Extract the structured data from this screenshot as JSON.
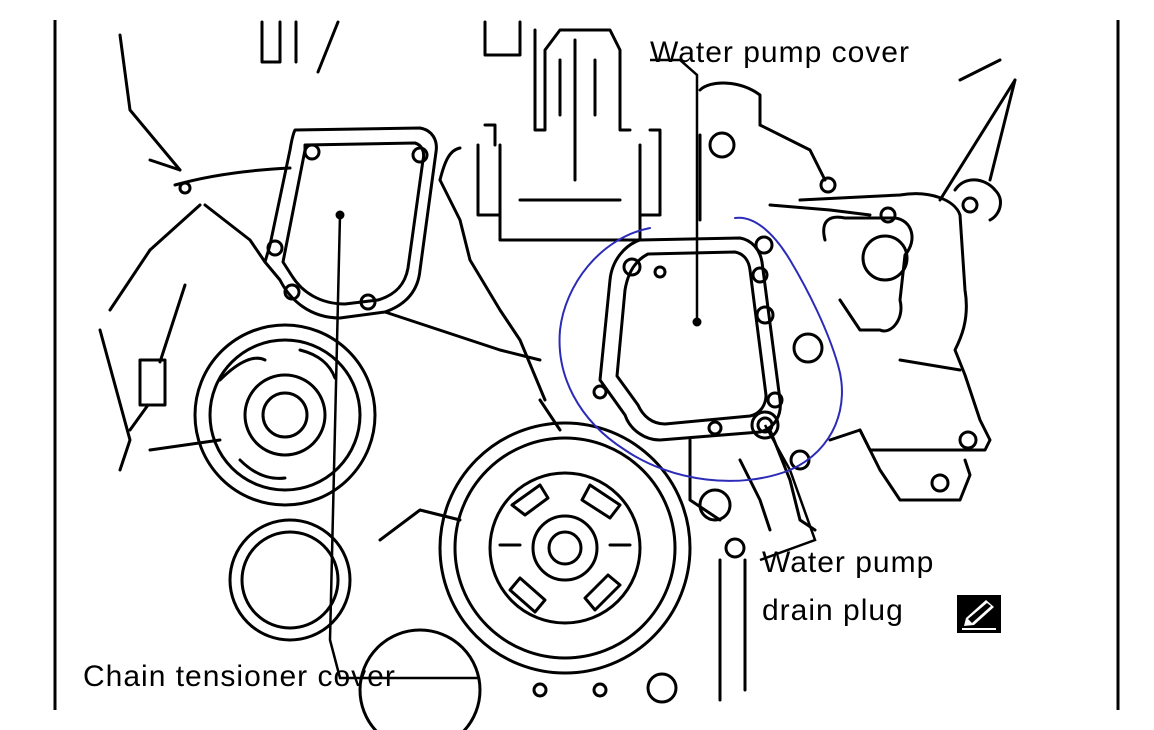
{
  "labels": {
    "water_pump_cover": "Water pump cover",
    "water_pump_drain_plug_line1": "Water pump",
    "water_pump_drain_plug_line2": "drain plug",
    "chain_tensioner_cover": "Chain tensioner cover"
  },
  "icons": {
    "drain_plug_badge": "edit-pencil-icon"
  },
  "colors": {
    "line_art": "#000000",
    "highlight_circle": "#2b2bb8",
    "background": "#ffffff"
  }
}
